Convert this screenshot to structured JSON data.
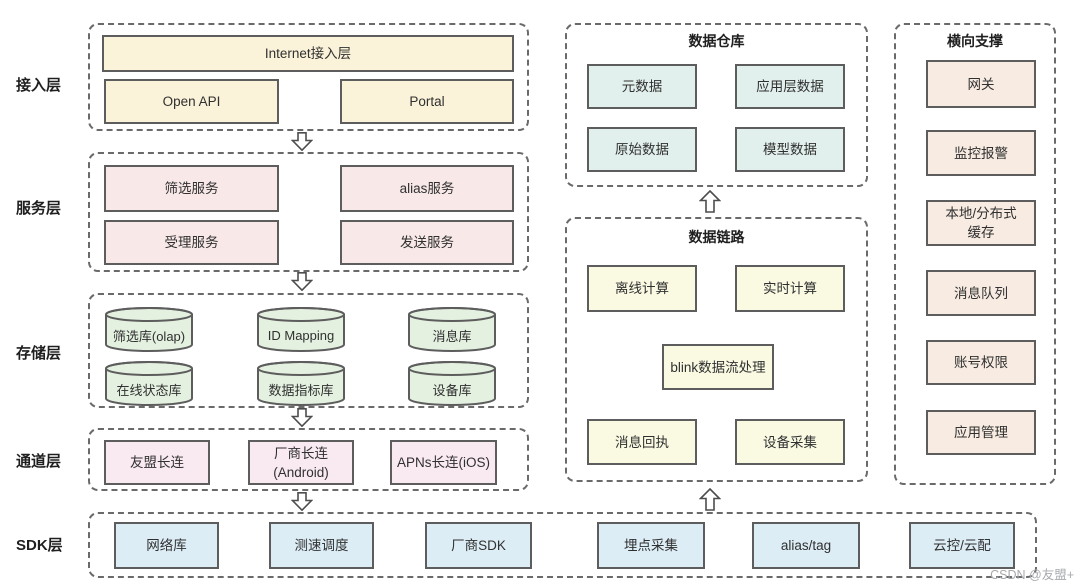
{
  "layers": {
    "access": {
      "label": "接入层",
      "internet": "Internet接入层",
      "boxes": [
        "Open API",
        "Portal"
      ]
    },
    "service": {
      "label": "服务层",
      "boxes": [
        "筛选服务",
        "alias服务",
        "受理服务",
        "发送服务"
      ]
    },
    "storage": {
      "label": "存储层",
      "cylinders": [
        "筛选库(olap)",
        "ID Mapping",
        "消息库",
        "在线状态库",
        "数据指标库",
        "设备库"
      ]
    },
    "channel": {
      "label": "通道层",
      "boxes": [
        "友盟长连",
        "厂商长连(Android)",
        "APNs长连(iOS)"
      ]
    },
    "sdk": {
      "label": "SDK层",
      "boxes": [
        "网络库",
        "测速调度",
        "厂商SDK",
        "埋点采集",
        "alias/tag",
        "云控/云配"
      ]
    }
  },
  "panels": {
    "warehouse": {
      "title": "数据仓库",
      "boxes": [
        "元数据",
        "应用层数据",
        "原始数据",
        "模型数据"
      ]
    },
    "datalink": {
      "title": "数据链路",
      "row1": [
        "离线计算",
        "实时计算"
      ],
      "center": "blink数据流处理",
      "row2": [
        "消息回执",
        "设备采集"
      ]
    },
    "support": {
      "title": "横向支撑",
      "boxes": [
        "网关",
        "监控报警",
        "本地/分布式\n缓存",
        "消息队列",
        "账号权限",
        "应用管理"
      ]
    }
  },
  "watermark": "CSDN @友盟+",
  "colors": {
    "access_fill": "#faf3d9",
    "service_fill": "#f8e9e8",
    "storage_fill": "#e4f1e0",
    "channel_fill": "#f9e9f1",
    "sdk_fill": "#ddedf6",
    "warehouse_fill": "#e2f0ed",
    "datalink_fill": "#fafae3",
    "support_fill": "#f7ebe2",
    "box_border": "#5d5d5d",
    "dashed_border": "#6a6a6a",
    "text": "#303030"
  }
}
